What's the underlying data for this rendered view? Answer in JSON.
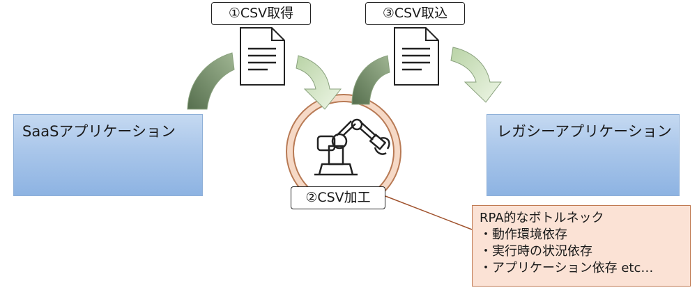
{
  "apps": {
    "saas": "SaaSアプリケーション",
    "legacy": "レガシーアプリケーション"
  },
  "steps": {
    "step1": "①CSV取得",
    "step2": "②CSV加工",
    "step3": "③CSV取込"
  },
  "note": {
    "title": "RPA的なボトルネック",
    "items": [
      "・動作環境依存",
      "・実行時の状況依存",
      "・アプリケーション依存 etc…"
    ]
  },
  "icons": [
    "document-icon",
    "robot-arm-icon"
  ],
  "colors": {
    "app_box": "#8db3e2",
    "arrow_dark": "#6f8f62",
    "arrow_light": "#d6e9c6",
    "circle_ring": "#f5d8c3",
    "note_fill": "#fbe2d5"
  }
}
